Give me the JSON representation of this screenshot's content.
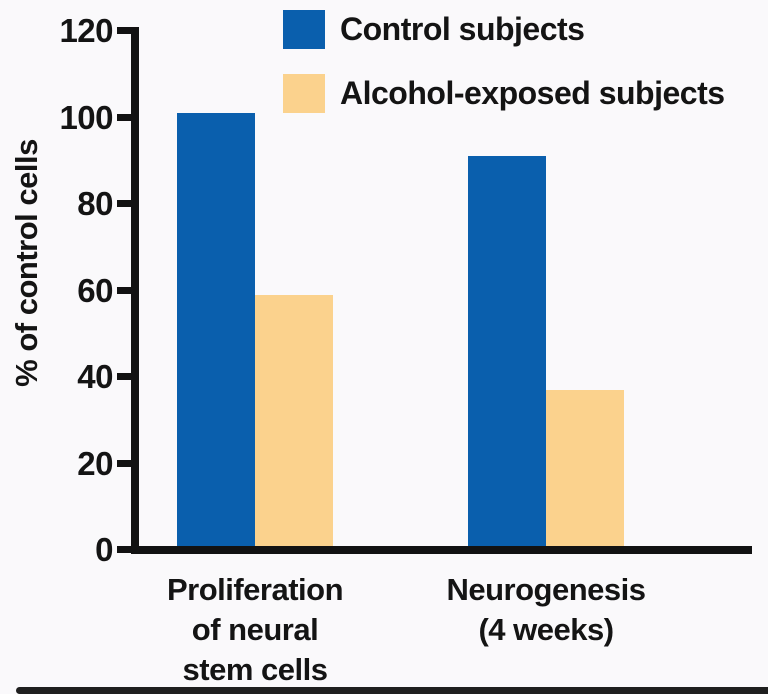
{
  "chart_data": {
    "type": "bar",
    "title": "",
    "xlabel": "",
    "ylabel": "% of control cells",
    "ylim": [
      0,
      120
    ],
    "yticks": [
      0,
      20,
      40,
      60,
      80,
      100,
      120
    ],
    "grid": false,
    "legend_position": "top-right",
    "categories": [
      "Proliferation\nof neural\nstem cells",
      "Neurogenesis\n(4 weeks)"
    ],
    "series": [
      {
        "name": "Control subjects",
        "color": "#0a5fad",
        "values": [
          101,
          91
        ]
      },
      {
        "name": "Alcohol-exposed subjects",
        "color": "#fbd28d",
        "values": [
          59,
          37
        ]
      }
    ]
  },
  "colors": {
    "background": "#faf9fb",
    "axis": "#121212",
    "text": "#141414",
    "bottom_strip": "#1f1f1f"
  }
}
